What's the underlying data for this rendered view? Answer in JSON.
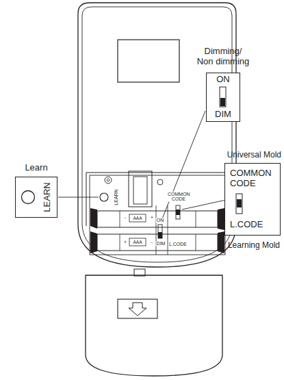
{
  "diagram": {
    "nodes": [
      {
        "text": [
          "Learn",
          "LEARN"
        ]
      },
      {
        "text": [
          "Dimming/ Non dimming",
          "ON",
          "DIM"
        ]
      },
      {
        "text": [
          "Universal Mold",
          "COMMON CODE",
          "L.CODE",
          "Learning Mold"
        ]
      }
    ],
    "labels": [
      "LEARN",
      "ON",
      "DIM",
      "COMMON CODE",
      "L.CODE",
      "-",
      "AAA",
      "+",
      "+",
      "AAA",
      "-"
    ]
  }
}
